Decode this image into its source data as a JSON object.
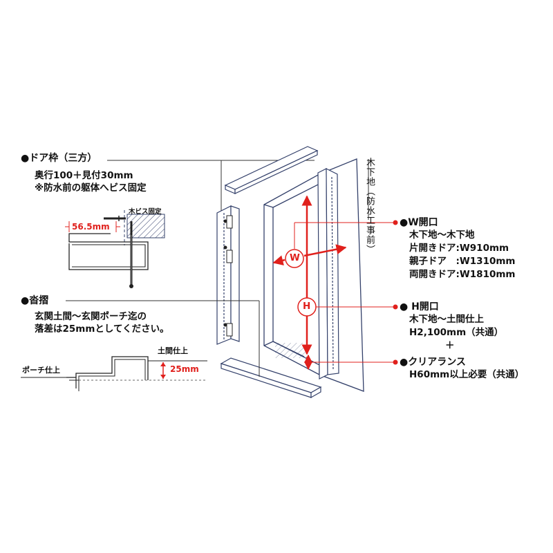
{
  "door_frame": {
    "title": "●ドア枠（三方）",
    "spec_line": "奥行100＋見付30mm",
    "note_line": "※防水前の躯体へビス固定",
    "detail_screw_label": "木ビス固定",
    "detail_dim_label": "56.5mm"
  },
  "threshold": {
    "title": "●沓摺",
    "desc_line1": "玄関土間～玄関ポーチ迄の",
    "desc_line2": "落差は25mmとしてください。",
    "top_label": "土間仕上",
    "porch_label": "ポーチ仕上",
    "step_dim_label": "25mm"
  },
  "wood_base_label": "木下地（防水工事前）",
  "w_opening": {
    "title": "●W開口",
    "line1": "木下地～木下地",
    "line2": "片開きドア:W910mm",
    "line3": "親子ドア　:W1310mm",
    "line4": "両開きドア:W1810mm",
    "marker": "W"
  },
  "h_opening": {
    "title": "● H開口",
    "line1": "木下地～土間仕上",
    "line2": "H2,100mm（共通）",
    "plus": "＋",
    "marker": "H"
  },
  "clearance": {
    "title": "●クリアランス",
    "line1": "H60mm以上必要（共通）"
  },
  "colors": {
    "accent_red": "#e0201c",
    "outline_blue": "#33406a",
    "line_dark": "#222222"
  }
}
